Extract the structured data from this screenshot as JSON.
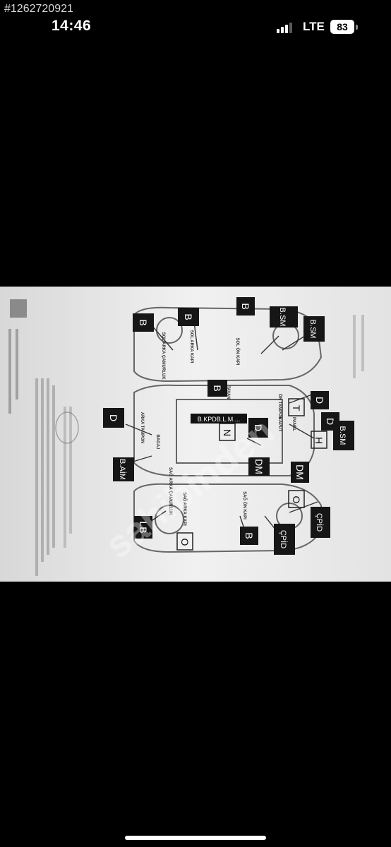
{
  "overlay": {
    "id_text": "#1262720921"
  },
  "status_bar": {
    "time": "14:46",
    "network": "LTE",
    "battery_level": 83,
    "battery_text": "83",
    "signal_bars": 3,
    "signal_bars_total": 4
  },
  "watermark": {
    "text": "sahibinden"
  },
  "report": {
    "boxes": [
      {
        "label": "B",
        "part": "top-left-1"
      },
      {
        "label": "B",
        "part": "top-left-2"
      },
      {
        "label": "B",
        "part": "top-left-3"
      },
      {
        "label": "B.SM",
        "part": "top-right-1"
      },
      {
        "label": "B.SM",
        "part": "top-right-2"
      },
      {
        "label": "B",
        "part": "middle-top"
      },
      {
        "label": "D",
        "part": "middle-left"
      },
      {
        "label": "D",
        "part": "middle-1"
      },
      {
        "label": "D",
        "part": "middle-2"
      },
      {
        "label": "D",
        "part": "middle-3"
      },
      {
        "label": "B.SM",
        "part": "middle-right"
      },
      {
        "label": "DM",
        "part": "middle-4"
      },
      {
        "label": "DM",
        "part": "middle-5"
      },
      {
        "label": "B.AİM",
        "part": "bottom-left-1"
      },
      {
        "label": "LB",
        "part": "bottom-left-2"
      },
      {
        "label": "B",
        "part": "bottom-1"
      },
      {
        "label": "ÇPİD",
        "part": "bottom-2"
      },
      {
        "label": "ÇPİD",
        "part": "bottom-right"
      }
    ],
    "part_labels": [
      "SOL ARKA ÇAMURLUK",
      "SOL ARKA KAPI",
      "SOL ÖN KAPI",
      "ARKA TAMPON",
      "BAGAJ",
      "TAVAN",
      "KAPUT",
      "ÖN TAMPON",
      "PANEL",
      "SAĞ ARKA KAPI",
      "SAĞ ÖN KAPI",
      "SAĞ ARKA ÇAMURLUK"
    ],
    "plate_text": "B.KPDB.L.M....",
    "letter_marks": [
      "N",
      "T",
      "H",
      "O",
      "O"
    ]
  }
}
